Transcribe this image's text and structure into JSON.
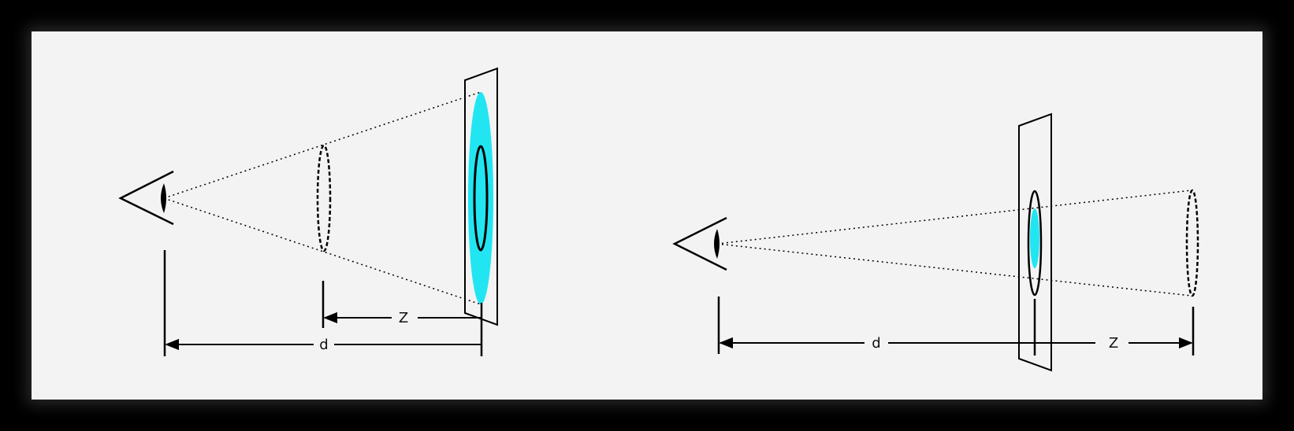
{
  "colors": {
    "background": "#000000",
    "canvas": "#f3f3f3",
    "stroke": "#000000",
    "highlight": "#22e5f2"
  },
  "left_diagram": {
    "label_distance": "d",
    "label_offset": "Z"
  },
  "right_diagram": {
    "label_distance": "d",
    "label_offset": "Z"
  }
}
